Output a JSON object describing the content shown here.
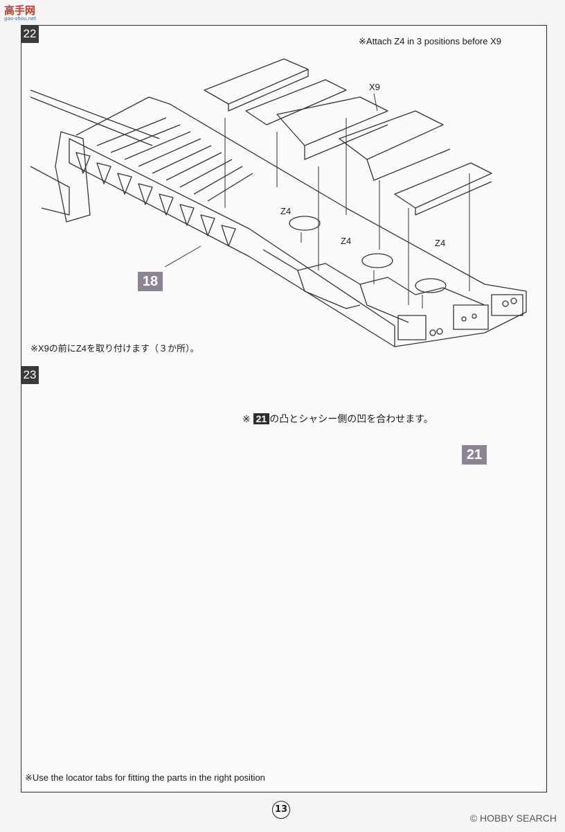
{
  "watermark_top": {
    "main": "高手网",
    "sub": "gao-shou.net"
  },
  "step22": {
    "number": "22",
    "note_en": "※Attach Z4 in 3 positions before X9",
    "label_x9": "X9",
    "labels_z4": [
      "Z4",
      "Z4",
      "Z4"
    ],
    "part_ref": "18",
    "note_jp": "※X9の前にZ4を取り付けます（３か所）。"
  },
  "step23": {
    "number": "23",
    "note_jp_prefix": "※",
    "note_jp_part": "21",
    "note_jp_text": "の凸とシャシー側の凹を合わせます。",
    "part_ref": "21",
    "note_en": "※Use the locator tabs for fitting the parts in the right position"
  },
  "page_number": "13",
  "watermark_bottom": "© HOBBY SEARCH"
}
